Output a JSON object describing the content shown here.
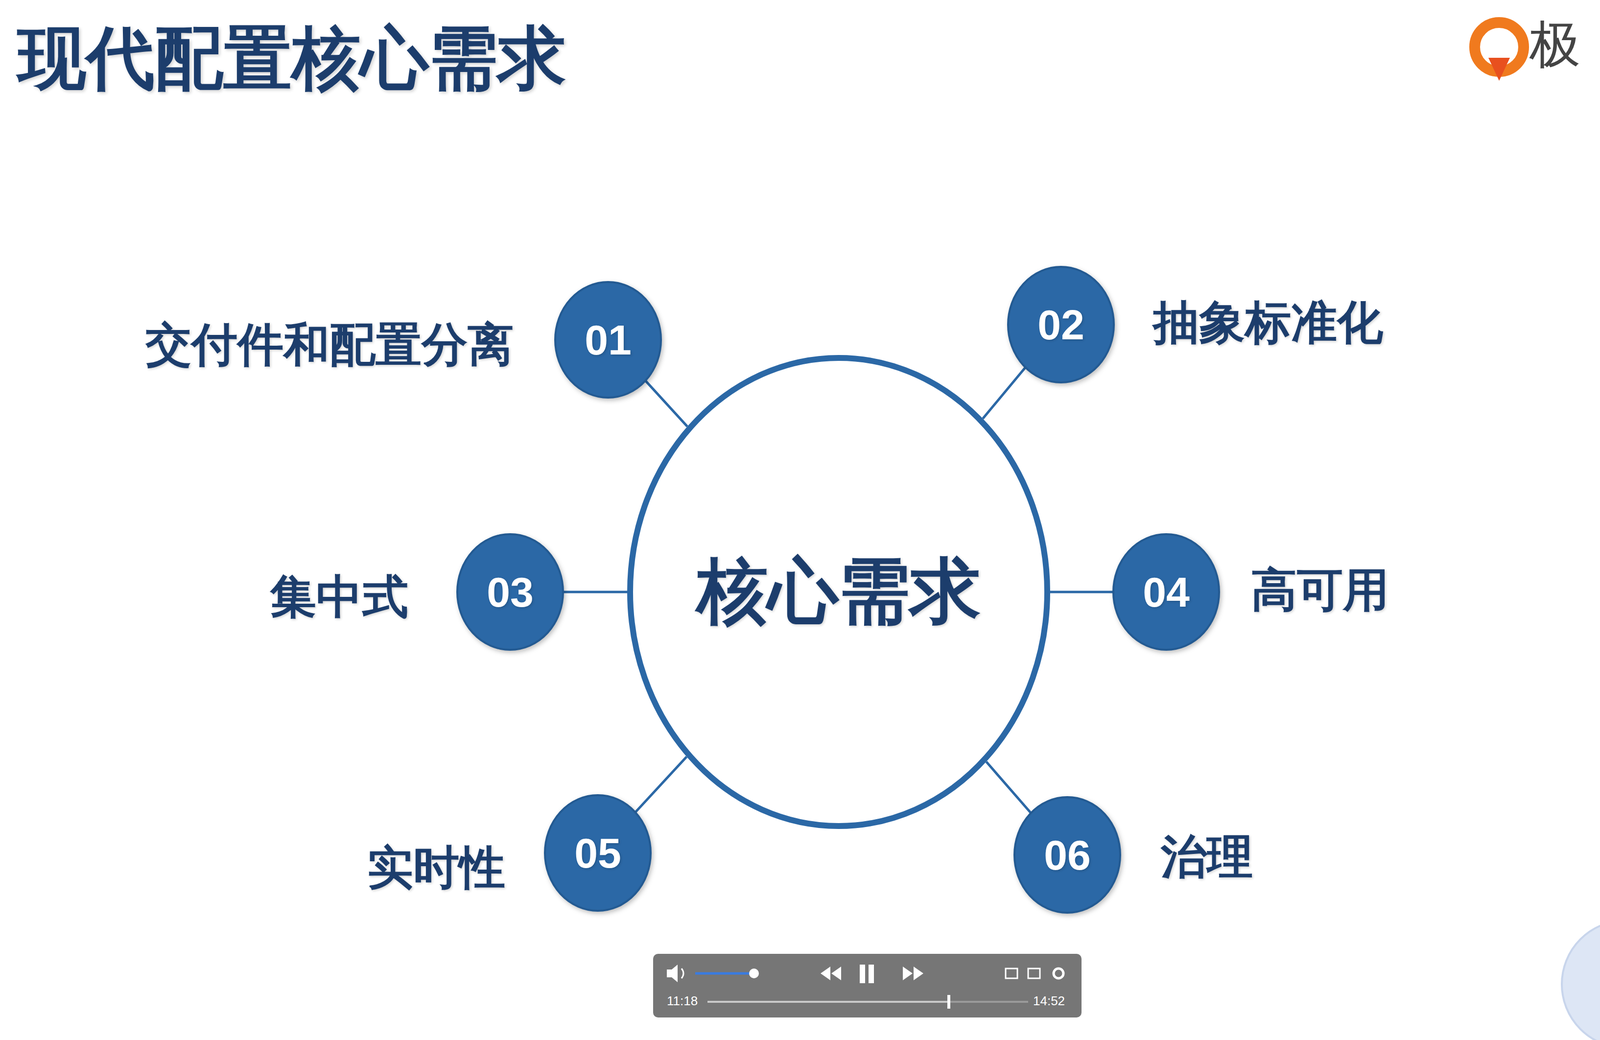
{
  "diagram": {
    "title": "现代配置核心需求",
    "nodes": [
      {
        "text": [
          "01",
          "交付件和配置分离"
        ]
      },
      {
        "text": [
          "02",
          "抽象标准化"
        ]
      },
      {
        "text": [
          "03",
          "集中式"
        ]
      },
      {
        "text": [
          "04",
          "高可用"
        ]
      },
      {
        "text": [
          "05",
          "实时性"
        ]
      },
      {
        "text": [
          "06",
          "治理"
        ]
      },
      {
        "text": [
          "核心需求"
        ]
      }
    ],
    "edges": [
      {
        "from": 0,
        "to": 6,
        "arrow": "none"
      },
      {
        "from": 1,
        "to": 6,
        "arrow": "none"
      },
      {
        "from": 2,
        "to": 6,
        "arrow": "none"
      },
      {
        "from": 3,
        "to": 6,
        "arrow": "none"
      },
      {
        "from": 4,
        "to": 6,
        "arrow": "none"
      },
      {
        "from": 5,
        "to": 6,
        "arrow": "none"
      }
    ],
    "labels": [
      "极",
      "11:18",
      "14:52"
    ]
  }
}
